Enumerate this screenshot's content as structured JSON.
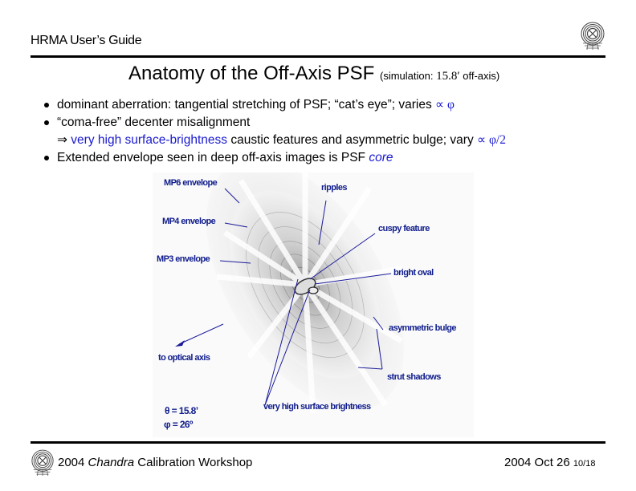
{
  "header": {
    "title": "HRMA User’s Guide",
    "logo_icon": "chandra-logo-icon"
  },
  "slide": {
    "title": "Anatomy of the Off-Axis PSF",
    "subtitle_prefix": "(simulation: ",
    "subtitle_value": "15.8′",
    "subtitle_suffix": " off-axis)"
  },
  "bullets": [
    {
      "parts": [
        {
          "text": "dominant aberration: tangential stretching of ",
          "style": "normal"
        },
        {
          "text": "PSF",
          "style": "normal"
        },
        {
          "text": "; “cat’s eye”; varies ",
          "style": "normal"
        },
        {
          "text": "∝ φ",
          "style": "blue-serif"
        }
      ]
    },
    {
      "parts": [
        {
          "text": "“coma-free” decenter misalignment",
          "style": "normal"
        }
      ]
    },
    {
      "continuation": true,
      "parts": [
        {
          "text": "⇒ ",
          "style": "normal"
        },
        {
          "text": "very high surface-brightness",
          "style": "blue"
        },
        {
          "text": " caustic features and asymmetric bulge; vary ",
          "style": "normal"
        },
        {
          "text": "∝ φ/2",
          "style": "blue-serif"
        }
      ]
    },
    {
      "parts": [
        {
          "text": "Extended envelope seen in deep off-axis images is ",
          "style": "normal"
        },
        {
          "text": "PSF",
          "style": "normal"
        },
        {
          "text": " ",
          "style": "normal"
        },
        {
          "text": "core",
          "style": "blue-italic"
        }
      ]
    }
  ],
  "figure": {
    "labels": {
      "mp6": "MP6 envelope",
      "mp4": "MP4 envelope",
      "mp3": "MP3 envelope",
      "ripples": "ripples",
      "cuspy": "cuspy feature",
      "bright_oval": "bright oval",
      "asym_bulge": "asymmetric bulge",
      "strut": "strut shadows",
      "optical_axis": "to optical axis",
      "vhsb": "very high surface brightness",
      "theta": "θ = 15.8’",
      "phi": "φ = 26º"
    },
    "label_color": "#0f1c8c"
  },
  "footer": {
    "year": "2004",
    "chandra": "Chandra",
    "rest": "Calibration Workshop",
    "date": "2004 Oct 26",
    "page": "10/18",
    "logo_icon": "chandra-logo-icon"
  }
}
